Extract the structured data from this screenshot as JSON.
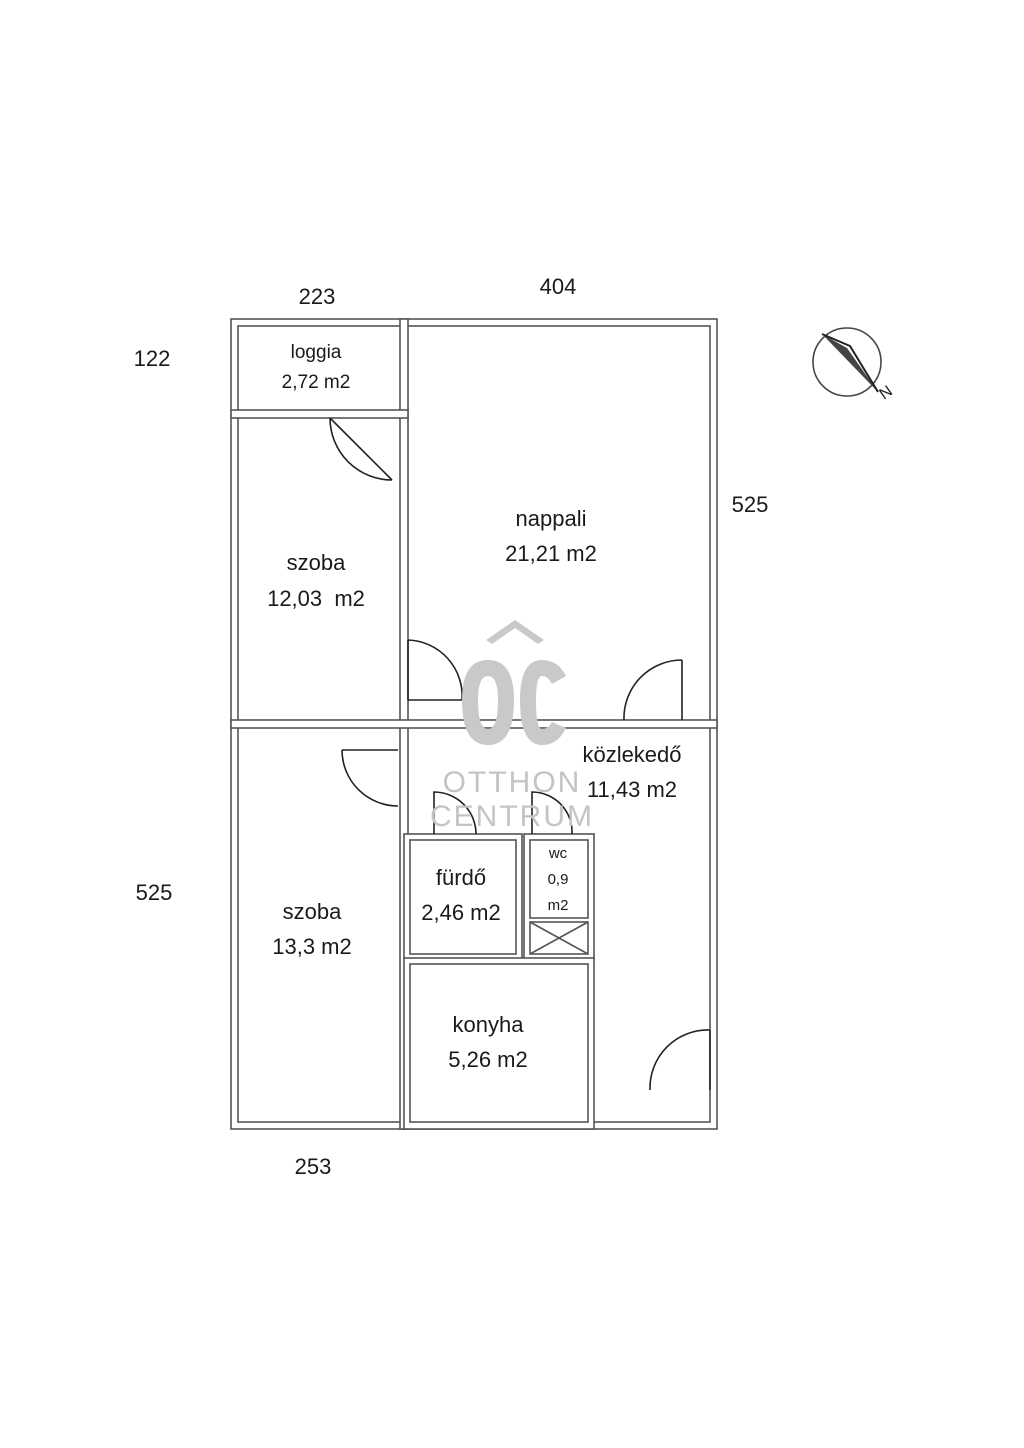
{
  "dimensions": {
    "top_left": "223",
    "top_right": "404",
    "left_top": "122",
    "right": "525",
    "left_bottom": "525",
    "bottom": "253"
  },
  "rooms": {
    "loggia": {
      "name": "loggia",
      "area": "2,72 m2"
    },
    "szoba1": {
      "name": "szoba",
      "area": "12,03  m2"
    },
    "nappali": {
      "name": "nappali",
      "area": "21,21 m2"
    },
    "szoba2": {
      "name": "szoba",
      "area": "13,3 m2"
    },
    "kozlekedo": {
      "name": "közlekedő",
      "area": "11,43 m2"
    },
    "furdo": {
      "name": "fürdő",
      "area": "2,46 m2"
    },
    "wc": {
      "name": "wc",
      "area_value": "0,9",
      "area_unit": "m2"
    },
    "konyha": {
      "name": "konyha",
      "area": "5,26 m2"
    }
  },
  "watermark": {
    "logo": "OC",
    "line1": "OTTHON",
    "line2": "CENTRUM"
  },
  "compass": {
    "icon": "north-arrow-icon",
    "letter": "N"
  }
}
